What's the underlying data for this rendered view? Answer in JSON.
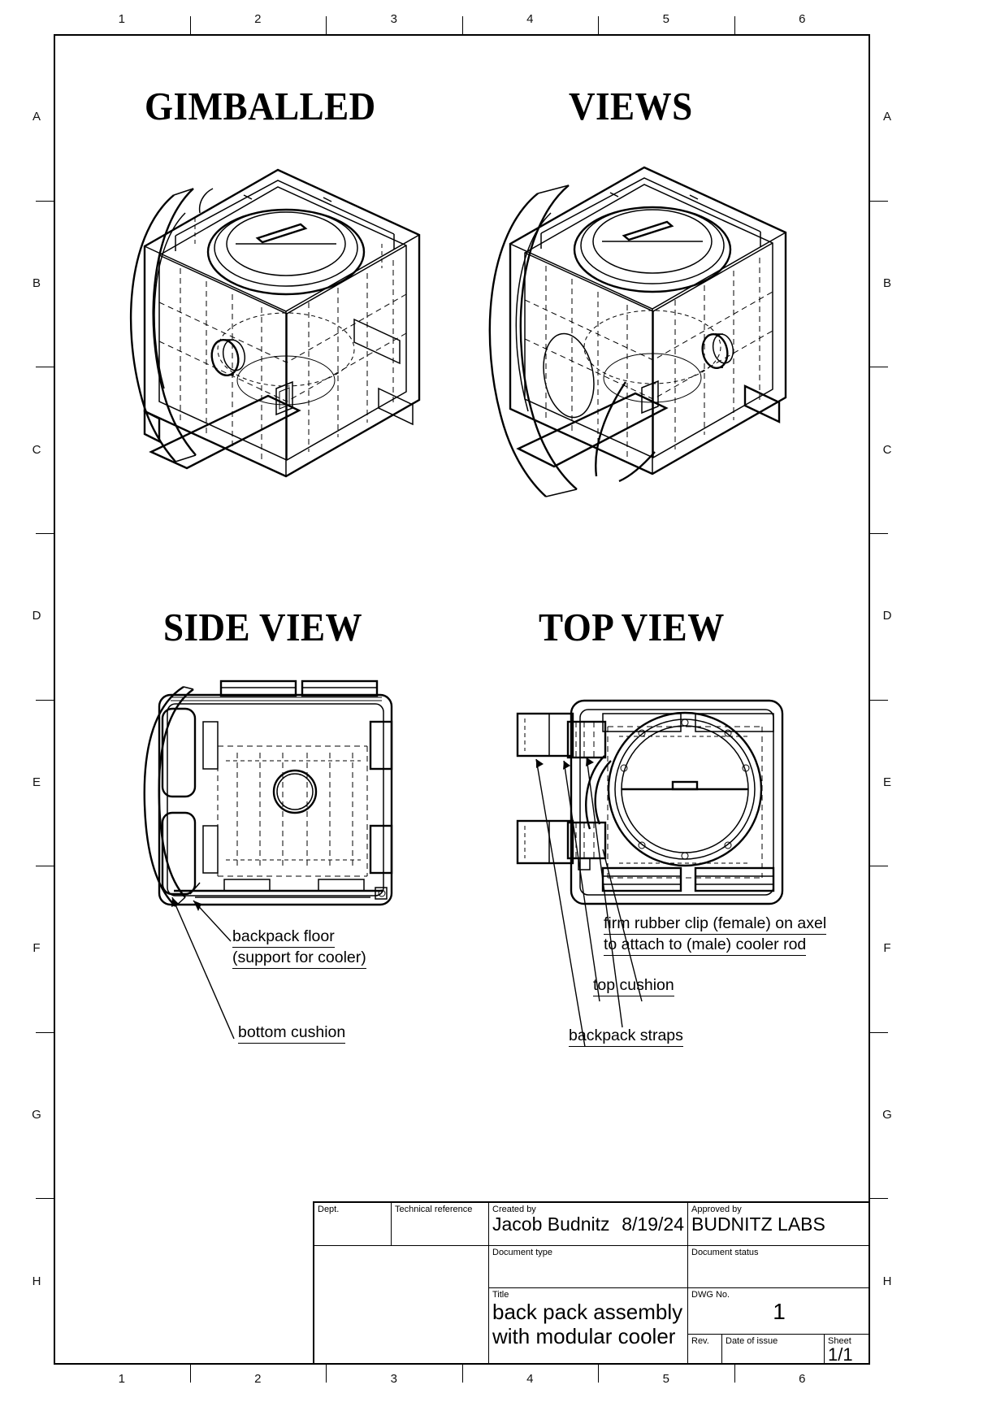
{
  "sheet": {
    "columns": [
      "1",
      "2",
      "3",
      "4",
      "5",
      "6"
    ],
    "rows": [
      "A",
      "B",
      "C",
      "D",
      "E",
      "F",
      "G",
      "H"
    ]
  },
  "views": [
    {
      "id": "gimballed",
      "title": "GIMBALLED"
    },
    {
      "id": "views",
      "title": "VIEWS"
    },
    {
      "id": "side",
      "title": "SIDE VIEW"
    },
    {
      "id": "top",
      "title": "TOP VIEW"
    }
  ],
  "annotations": [
    {
      "id": "backpack-floor",
      "line1": "backpack floor",
      "line2": "(support for cooler)"
    },
    {
      "id": "bottom-cushion",
      "line1": "bottom cushion",
      "line2": ""
    },
    {
      "id": "rubber-clip",
      "line1": "firm rubber clip (female) on axel",
      "line2": "to attach to (male) cooler rod"
    },
    {
      "id": "top-cushion",
      "line1": "top cushion",
      "line2": ""
    },
    {
      "id": "backpack-straps",
      "line1": "backpack straps",
      "line2": ""
    }
  ],
  "titleblock": {
    "dept_label": "Dept.",
    "dept_value": "",
    "technical_reference_label": "Technical reference",
    "technical_reference_value": "",
    "created_by_label": "Created by",
    "created_by_value": "Jacob Budnitz",
    "created_date": "8/19/24",
    "approved_by_label": "Approved by",
    "approved_by_value": "BUDNITZ LABS",
    "document_type_label": "Document type",
    "document_type_value": "",
    "document_status_label": "Document status",
    "document_status_value": "",
    "title_label": "Title",
    "title_line1": "back pack assembly",
    "title_line2": "with modular cooler",
    "dwg_no_label": "DWG No.",
    "dwg_no_value": "1",
    "rev_label": "Rev.",
    "rev_value": "",
    "date_of_issue_label": "Date of issue",
    "date_of_issue_value": "",
    "sheet_label": "Sheet",
    "sheet_value": "1/1"
  }
}
